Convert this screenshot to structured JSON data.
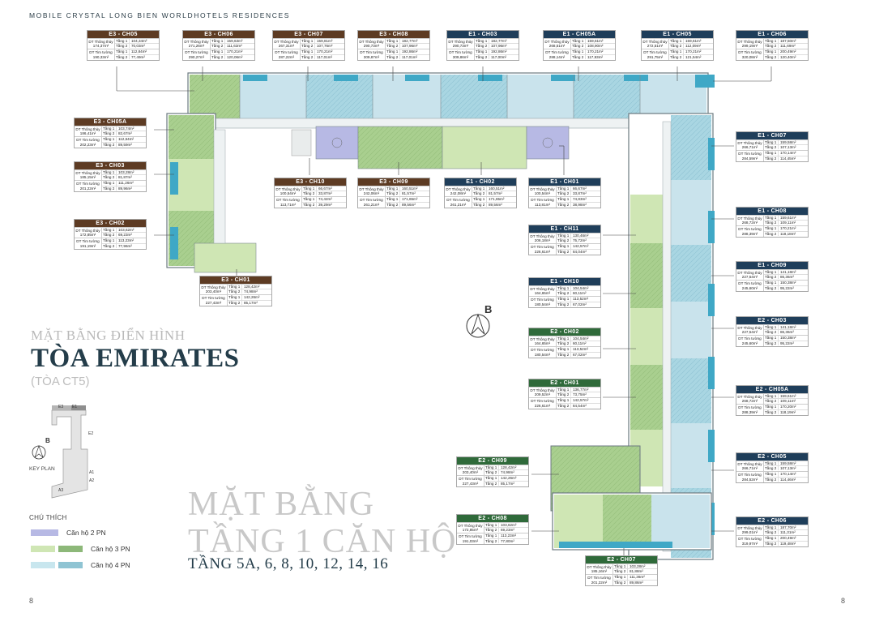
{
  "brand": "MOBILE CRYSTAL LONG BIEN WORLDHOTELS RESIDENCES",
  "titles": {
    "sub": "MẶT BẰNG ĐIỂN HÌNH",
    "main": "TÒA EMIRATES",
    "alt": "(TÒA CT5)",
    "big_line1": "MẶT BẰNG",
    "big_line2": "TẦNG 1 CĂN HỘ",
    "floors": "TẦNG 5A, 6, 8, 10, 12, 14, 16"
  },
  "compass": {
    "label": "B"
  },
  "keyplan": {
    "label": "KEY PLAN",
    "compass_label": "B",
    "tags": [
      "E3",
      "E1",
      "E2",
      "A1",
      "A2",
      "A3"
    ]
  },
  "legend": {
    "title": "CHÚ THÍCH",
    "items": [
      {
        "label": "Căn hộ 2 PN",
        "color_a": "#b7b9e4",
        "color_b": "#b7b9e4"
      },
      {
        "label": "Căn hộ 3 PN",
        "color_a": "#cfe6b4",
        "color_b": "#8db879"
      },
      {
        "label": "Căn hộ 4 PN",
        "color_a": "#c8e6ee",
        "color_b": "#8fc4d3"
      }
    ]
  },
  "labels": {
    "thong_thuy": "DT Thông thủy",
    "tim_tuong": "DT Tim tường",
    "tang1": "Tầng 1",
    "tang2": "Tầng 2"
  },
  "page_numbers": {
    "left": "8",
    "right": "8"
  },
  "colors": {
    "e3": "#5d3b23",
    "e1": "#1f3e5a",
    "e2": "#2f6a3a",
    "title": "#243d4a"
  },
  "units": [
    {
      "id": "e3-ch05",
      "tower": "e3",
      "title": "E3 - CH05",
      "tt_total": "174,37m²",
      "tt1": "104,34m²",
      "tt2": "70,03m²",
      "tm_total": "190,33m²",
      "tm1": "112,84m²",
      "tm2": "77,49m²"
    },
    {
      "id": "e3-ch06",
      "tower": "e3",
      "title": "E3 - CH06",
      "tt_total": "271,26m²",
      "tt1": "159,63m²",
      "tt2": "111,63m²",
      "tm_total": "290,27m²",
      "tm1": "170,21m²",
      "tm2": "120,06m²"
    },
    {
      "id": "e3-ch07",
      "tower": "e3",
      "title": "E3 - CH07",
      "tt_total": "267,31m²",
      "tt1": "159,81m²",
      "tt2": "107,76m²",
      "tm_total": "287,22m²",
      "tm1": "170,21m²",
      "tm2": "117,01m²"
    },
    {
      "id": "e3-ch08",
      "tower": "e3",
      "title": "E3 - CH08",
      "tt_total": "290,73m²",
      "tt1": "182,77m²",
      "tt2": "107,96m²",
      "tm_total": "309,87m²",
      "tm1": "192,86m²",
      "tm2": "117,01m²"
    },
    {
      "id": "e1-ch03",
      "tower": "e1",
      "title": "E1 - CH03",
      "tt_total": "290,73m²",
      "tt1": "182,77m²",
      "tt2": "107,96m²",
      "tm_total": "309,86m²",
      "tm1": "192,86m²",
      "tm2": "117,00m²"
    },
    {
      "id": "e1-ch05a",
      "tower": "e1",
      "title": "E1 - CH05A",
      "tt_total": "268,51m²",
      "tt1": "159,61m²",
      "tt2": "108,90m²",
      "tm_total": "288,14m²",
      "tm1": "170,21m²",
      "tm2": "117,93m²"
    },
    {
      "id": "e1-ch05",
      "tower": "e1",
      "title": "E1 - CH05",
      "tt_total": "272,51m²",
      "tt1": "159,61m²",
      "tt2": "112,09m²",
      "tm_total": "291,75m²",
      "tm1": "170,21m²",
      "tm2": "121,54m²"
    },
    {
      "id": "e1-ch06",
      "tower": "e1",
      "title": "E1 - CH06",
      "tt_total": "299,19m²",
      "tt1": "187,50m²",
      "tt2": "111,69m²",
      "tm_total": "320,08m²",
      "tm1": "200,49m²",
      "tm2": "120,40m²"
    },
    {
      "id": "e3-ch05a",
      "tower": "e3",
      "title": "E3 - CH05A",
      "tt_total": "186,41m²",
      "tt1": "103,74m²",
      "tt2": "82,67m²",
      "tm_total": "202,23m²",
      "tm1": "112,64m²",
      "tm2": "89,59m²"
    },
    {
      "id": "e3-ch03",
      "tower": "e3",
      "title": "E3 - CH03",
      "tt_total": "185,15m²",
      "tt1": "103,28m²",
      "tt2": "81,87m²",
      "tm_total": "201,22m²",
      "tm1": "111,26m²",
      "tm2": "89,96m²"
    },
    {
      "id": "e3-ch02",
      "tower": "e3",
      "title": "E3 - CH02",
      "tt_total": "172,85m²",
      "tt1": "103,62m²",
      "tt2": "69,23m²",
      "tm_total": "191,19m²",
      "tm1": "113,23m²",
      "tm2": "77,96m²"
    },
    {
      "id": "e3-ch01",
      "tower": "e3",
      "title": "E3 - CH01",
      "tt_total": "203,40m²",
      "tt1": "128,42m²",
      "tt2": "74,98m²",
      "tm_total": "227,43m²",
      "tm1": "142,26m²",
      "tm2": "85,17m²"
    },
    {
      "id": "e3-ch10",
      "tower": "e3",
      "title": "E3 - CH10",
      "tt_total": "100,54m²",
      "tt1": "66,67m²",
      "tt2": "33,87m²",
      "tm_total": "113,71m²",
      "tm1": "74,42m²",
      "tm2": "39,29m²"
    },
    {
      "id": "e3-ch09",
      "tower": "e3",
      "title": "E3 - CH09",
      "tt_total": "242,06m²",
      "tt1": "160,51m²",
      "tt2": "81,57m²",
      "tm_total": "261,21m²",
      "tm1": "171,65m²",
      "tm2": "89,56m²"
    },
    {
      "id": "e1-ch02",
      "tower": "e1",
      "title": "E1 - CH02",
      "tt_total": "242,08m²",
      "tt1": "160,51m²",
      "tt2": "81,57m²",
      "tm_total": "261,21m²",
      "tm1": "171,65m²",
      "tm2": "89,56m²"
    },
    {
      "id": "e1-ch01",
      "tower": "e1",
      "title": "E1 - CH01",
      "tt_total": "100,54m²",
      "tt1": "66,67m²",
      "tt2": "33,87m²",
      "tm_total": "113,81m²",
      "tm1": "74,83m²",
      "tm2": "38,98m²"
    },
    {
      "id": "e1-ch07",
      "tower": "e1",
      "title": "E1 - CH07",
      "tt_total": "266,71m²",
      "tt1": "159,58m²",
      "tt2": "107,13m²",
      "tm_total": "284,59m²",
      "tm1": "170,14m²",
      "tm2": "114,45m²"
    },
    {
      "id": "e1-ch08",
      "tower": "e1",
      "title": "E1 - CH08",
      "tt_total": "268,72m²",
      "tt1": "159,61m²",
      "tt2": "109,11m²",
      "tm_total": "288,39m²",
      "tm1": "170,21m²",
      "tm2": "118,18m²"
    },
    {
      "id": "e1-ch11",
      "tower": "e1",
      "title": "E1 - CH11",
      "tt_total": "206,18m²",
      "tt1": "130,46m²",
      "tt2": "75,72m²",
      "tm_total": "226,61m²",
      "tm1": "142,57m²",
      "tm2": "84,04m²"
    },
    {
      "id": "e1-ch09",
      "tower": "e1",
      "title": "E1 - CH09",
      "tt_total": "227,54m²",
      "tt1": "141,18m²",
      "tt2": "86,36m²",
      "tm_total": "245,60m²",
      "tm1": "150,38m²",
      "tm2": "95,22m²"
    },
    {
      "id": "e1-ch10",
      "tower": "e1",
      "title": "E1 - CH10",
      "tt_total": "164,65m²",
      "tt1": "104,54m²",
      "tt2": "60,11m²",
      "tm_total": "180,54m²",
      "tm1": "113,52m²",
      "tm2": "67,02m²"
    },
    {
      "id": "e2-ch03",
      "tower": "e1",
      "title": "E2 - CH03",
      "tt_total": "227,54m²",
      "tt1": "141,18m²",
      "tt2": "86,36m²",
      "tm_total": "245,60m²",
      "tm1": "150,38m²",
      "tm2": "95,22m²"
    },
    {
      "id": "e2-ch02",
      "tower": "e2",
      "title": "E2 - CH02",
      "tt_total": "164,65m²",
      "tt1": "104,54m²",
      "tt2": "60,11m²",
      "tm_total": "180,54m²",
      "tm1": "113,52m²",
      "tm2": "67,02m²"
    },
    {
      "id": "e2-ch01",
      "tower": "e2",
      "title": "E2 - CH01",
      "tt_total": "209,52m²",
      "tt1": "136,77m²",
      "tt2": "73,75m²",
      "tm_total": "226,61m²",
      "tm1": "142,57m²",
      "tm2": "84,54m²"
    },
    {
      "id": "e2-ch05a",
      "tower": "e1",
      "title": "E2 - CH05A",
      "tt_total": "268,72m²",
      "tt1": "159,61m²",
      "tt2": "109,11m²",
      "tm_total": "288,39m²",
      "tm1": "170,20m²",
      "tm2": "118,19m²"
    },
    {
      "id": "e2-ch09",
      "tower": "e2",
      "title": "E2 - CH09",
      "tt_total": "203,40m²",
      "tt1": "128,42m²",
      "tt2": "74,98m²",
      "tm_total": "227,43m²",
      "tm1": "142,26m²",
      "tm2": "85,17m²"
    },
    {
      "id": "e2-ch05",
      "tower": "e1",
      "title": "E2 - CH05",
      "tt_total": "266,71m²",
      "tt1": "159,58m²",
      "tt2": "107,13m²",
      "tm_total": "284,52m²",
      "tm1": "170,14m²",
      "tm2": "114,46m²"
    },
    {
      "id": "e2-ch08",
      "tower": "e2",
      "title": "E2 - CH08",
      "tt_total": "172,85m²",
      "tt1": "103,62m²",
      "tt2": "69,23m²",
      "tm_total": "191,03m²",
      "tm1": "113,23m²",
      "tm2": "77,80m²"
    },
    {
      "id": "e2-ch06",
      "tower": "e1",
      "title": "E2 - CH06",
      "tt_total": "299,01m²",
      "tt1": "187,70m²",
      "tt2": "111,31m²",
      "tm_total": "319,97m²",
      "tm1": "200,49m²",
      "tm2": "119,48m²"
    },
    {
      "id": "e2-ch07",
      "tower": "e2",
      "title": "E2 - CH07",
      "tt_total": "185,16m²",
      "tt1": "103,28m²",
      "tt2": "81,88m²",
      "tm_total": "201,22m²",
      "tm1": "111,36m²",
      "tm2": "89,86m²"
    }
  ]
}
